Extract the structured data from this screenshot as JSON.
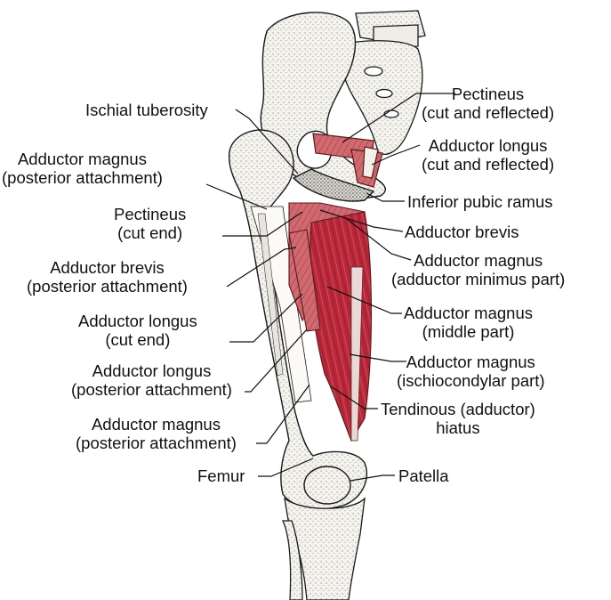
{
  "labels": {
    "ischial_tuberosity": "Ischial tuberosity",
    "adductor_magnus_post_upper": [
      "Adductor magnus",
      "(posterior attachment)"
    ],
    "pectineus_cut_end": [
      "Pectineus",
      "(cut end)"
    ],
    "adductor_brevis_post": [
      "Adductor brevis",
      "(posterior attachment)"
    ],
    "adductor_longus_cut_end": [
      "Adductor longus",
      "(cut end)"
    ],
    "adductor_longus_post": [
      "Adductor longus",
      "(posterior attachment)"
    ],
    "adductor_magnus_post_lower": [
      "Adductor magnus",
      "(posterior attachment)"
    ],
    "femur": "Femur",
    "pectineus_reflected": [
      "Pectineus",
      "(cut and reflected)"
    ],
    "adductor_longus_reflected": [
      "Adductor longus",
      "(cut and reflected)"
    ],
    "inferior_pubic_ramus": "Inferior pubic ramus",
    "adductor_brevis": "Adductor brevis",
    "adductor_magnus_minimus": [
      "Adductor magnus",
      "(adductor minimus part)"
    ],
    "adductor_magnus_middle": [
      "Adductor magnus",
      "(middle part)"
    ],
    "adductor_magnus_ischio": [
      "Adductor magnus",
      "(ischiocondylar part)"
    ],
    "tendinous_hiatus": [
      "Tendinous (adductor)",
      "hiatus"
    ],
    "patella": "Patella"
  },
  "colors": {
    "muscle": "#b8283a",
    "muscle_light": "#d36a6f",
    "bone": "#f3f1ec",
    "outline": "#1a1a1a"
  }
}
